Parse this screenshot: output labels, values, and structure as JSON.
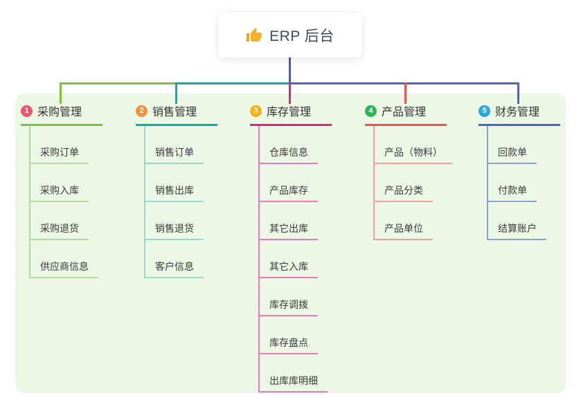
{
  "root": {
    "label": "ERP 后台",
    "icon": "thumbs-up-icon"
  },
  "connectors": {
    "root_color": "#4a58cd"
  },
  "panel_color": "#ecf7e6",
  "branches": [
    {
      "number": "1",
      "label": "采购管理",
      "badge_color": "#f1566a",
      "line_color": "#7cc23e",
      "sub_line_color": "#b5dc96",
      "items": [
        "采购订单",
        "采购入库",
        "采购退货",
        "供应商信息"
      ]
    },
    {
      "number": "2",
      "label": "销售管理",
      "badge_color": "#f6913e",
      "line_color": "#00b3a6",
      "sub_line_color": "#97d8cd",
      "items": [
        "销售订单",
        "销售出库",
        "销售退货",
        "客户信息"
      ]
    },
    {
      "number": "3",
      "label": "库存管理",
      "badge_color": "#f7b214",
      "line_color": "#e0218a",
      "sub_line_color": "#f078b6",
      "items": [
        "仓库信息",
        "产品库存",
        "其它出库",
        "其它入库",
        "库存调拨",
        "库存盘点",
        "出库库明细"
      ]
    },
    {
      "number": "4",
      "label": "产品管理",
      "badge_color": "#2eb454",
      "line_color": "#f25050",
      "sub_line_color": "#f79c9c",
      "items": [
        "产品（物料）",
        "产品分类",
        "产品单位"
      ]
    },
    {
      "number": "5",
      "label": "财务管理",
      "badge_color": "#29a9d8",
      "line_color": "#4a63c8",
      "sub_line_color": "#8ba2d8",
      "items": [
        "回款单",
        "付款单",
        "结算账户"
      ]
    }
  ]
}
